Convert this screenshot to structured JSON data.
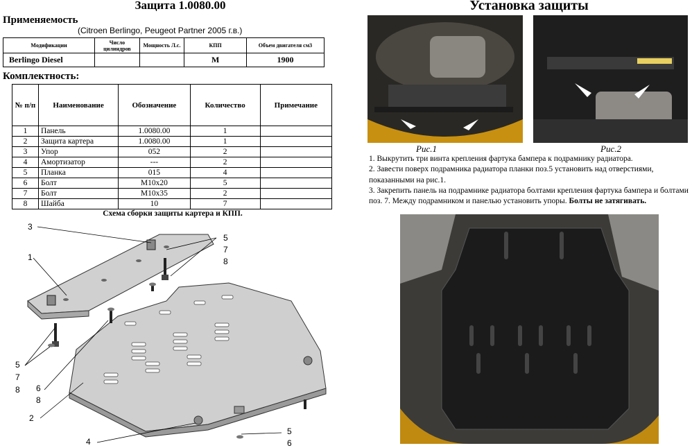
{
  "left_title": "Защита 1.0080.00",
  "right_title": "Установка защиты",
  "applicability": {
    "heading": "Применяемость",
    "vehicle_note": "(Citroen Berlingo, Peugeot Partner  2005 г.в.)",
    "columns": [
      "Модификации",
      "Число цилиндров",
      "Мощность Л.с.",
      "КПП",
      "Объем двигателя см3"
    ],
    "row": [
      "Berlingo Diesel",
      "",
      "",
      "M",
      "1900"
    ]
  },
  "kit": {
    "heading": "Комплектность:",
    "columns": [
      "№ п/п",
      "Наименование",
      "Обозначение",
      "Количество",
      "Примечание"
    ],
    "rows": [
      [
        "1",
        "Панель",
        "1.0080.00",
        "1",
        ""
      ],
      [
        "2",
        "Защита картера",
        "1.0080.00",
        "1",
        ""
      ],
      [
        "3",
        "Упор",
        "052",
        "2",
        ""
      ],
      [
        "4",
        "Амортизатор",
        "---",
        "2",
        ""
      ],
      [
        "5",
        "Планка",
        "015",
        "4",
        ""
      ],
      [
        "6",
        "Болт",
        "М10х20",
        "5",
        ""
      ],
      [
        "7",
        "Болт",
        "М10х35",
        "2",
        ""
      ],
      [
        "8",
        "Шайба",
        "10",
        "7",
        ""
      ]
    ]
  },
  "diagram": {
    "title": "Схема сборки защиты картера и КПП.",
    "labels": {
      "l3": "3",
      "l1": "1",
      "r5": "5",
      "r7": "7",
      "r8": "8",
      "bl5": "5",
      "bl7": "7",
      "bl8": "8",
      "m6": "6",
      "m8": "8",
      "l2": "2",
      "l4": "4",
      "b5": "5",
      "b6": "6"
    }
  },
  "figures": {
    "fig1_caption": "Рис.1",
    "fig2_caption": "Рис.2"
  },
  "instructions": {
    "step1": "1. Выкрутить три винта крепления фартука бампера к подрамнику радиатора.",
    "step2": "2. Завести  поверх подрамника радиатора планки поз.5 установить над отверстиями, показанными на рис.1.",
    "step3": "3. Закрепить панель на подрамнике радиатора болтами крепления фартука бампера и болтами поз. 7. Между подрамником и панелью установить упоры.",
    "step3_bold": "Болты не затягивать."
  }
}
